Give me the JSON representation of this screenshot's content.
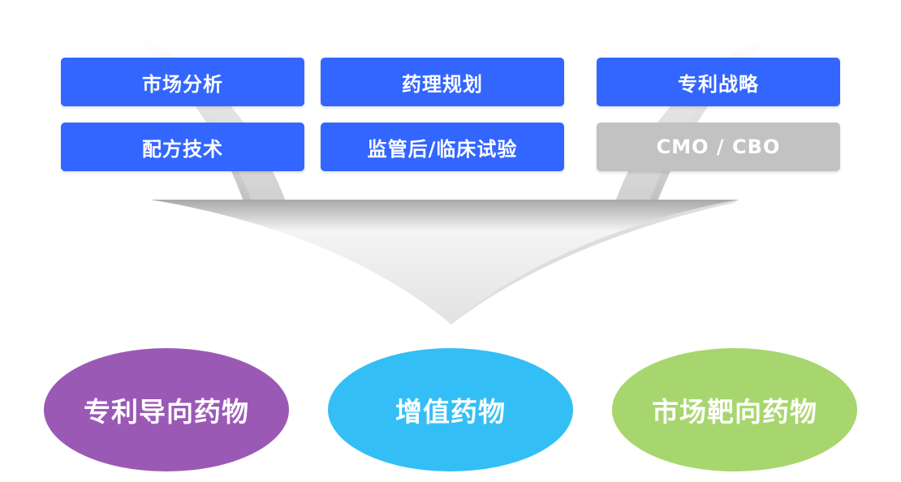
{
  "categories": [
    {
      "label": "市场分析",
      "color": "#3366ff"
    },
    {
      "label": "药理规划",
      "color": "#3366ff"
    },
    {
      "label": "专利战略",
      "color": "#3366ff"
    },
    {
      "label": "配方技术",
      "color": "#3366ff"
    },
    {
      "label": "监管后/临床试验",
      "color": "#3366ff"
    },
    {
      "label": "CMO / CBO",
      "color": "#c2c2c2"
    }
  ],
  "outcomes": [
    {
      "label": "专利导向药物",
      "color": "#9b59b6"
    },
    {
      "label": "增值药物",
      "color": "#33bff5"
    },
    {
      "label": "市场靶向药物",
      "color": "#a8d66e"
    }
  ]
}
